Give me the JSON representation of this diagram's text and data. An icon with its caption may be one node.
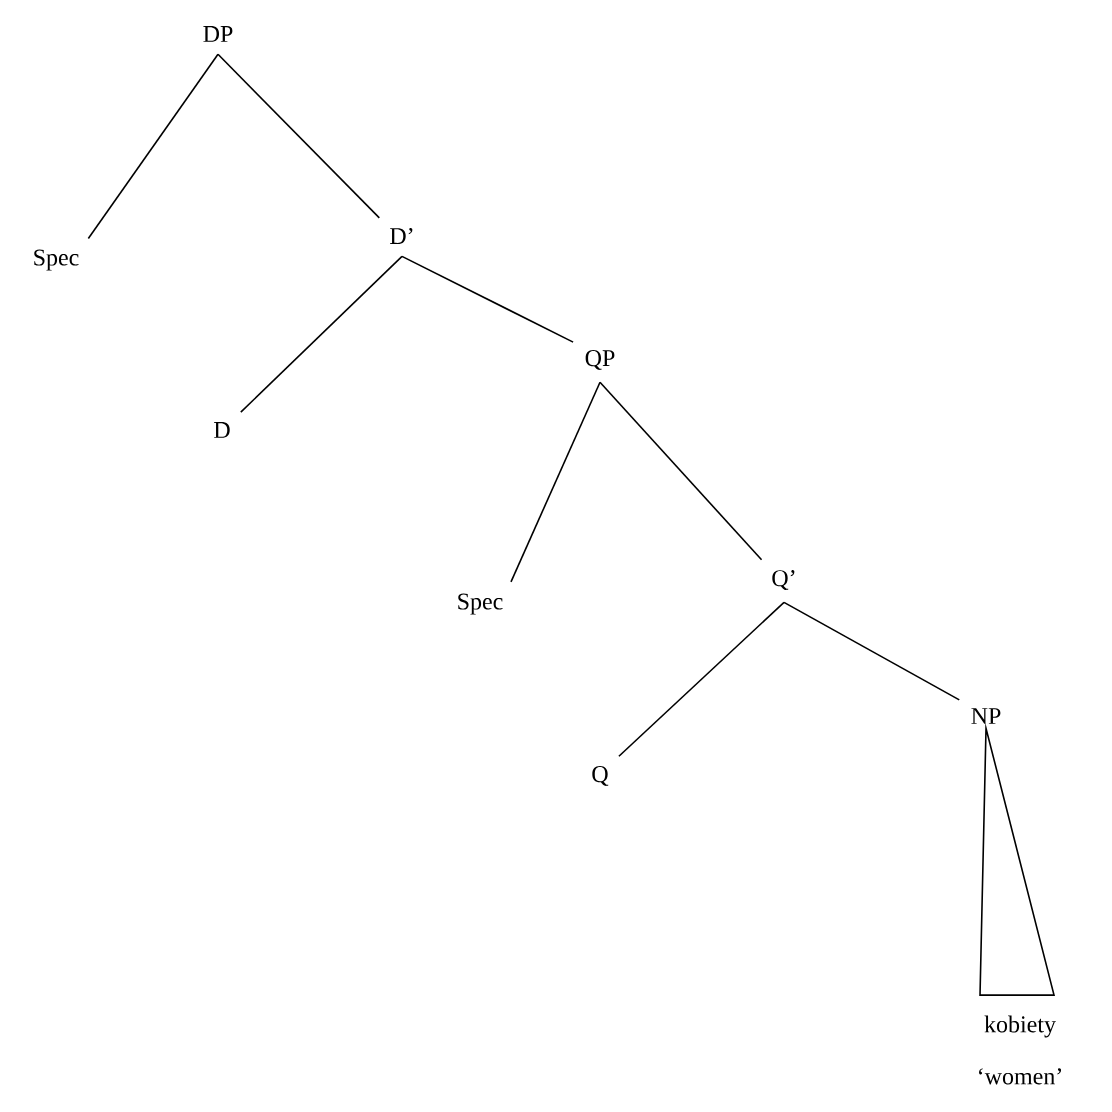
{
  "diagram": {
    "nodes": [
      {
        "text": [
          "DP"
        ]
      },
      {
        "text": [
          "Spec"
        ]
      },
      {
        "text": [
          "D’"
        ]
      },
      {
        "text": [
          "D"
        ]
      },
      {
        "text": [
          "QP"
        ]
      },
      {
        "text": [
          "Spec"
        ]
      },
      {
        "text": [
          "Q’"
        ]
      },
      {
        "text": [
          "Q"
        ]
      },
      {
        "text": [
          "NP"
        ]
      },
      {
        "text": [
          "kobiety",
          "‘women’"
        ]
      }
    ],
    "edges": [
      {
        "from": 0,
        "to": 1,
        "arrow": "none"
      },
      {
        "from": 0,
        "to": 2,
        "arrow": "none"
      },
      {
        "from": 2,
        "to": 3,
        "arrow": "none"
      },
      {
        "from": 2,
        "to": 4,
        "arrow": "none"
      },
      {
        "from": 4,
        "to": 5,
        "arrow": "none"
      },
      {
        "from": 4,
        "to": 6,
        "arrow": "none"
      },
      {
        "from": 6,
        "to": 7,
        "arrow": "none"
      },
      {
        "from": 6,
        "to": 8,
        "arrow": "none"
      },
      {
        "from": 8,
        "to": 9,
        "arrow": "none"
      }
    ]
  }
}
